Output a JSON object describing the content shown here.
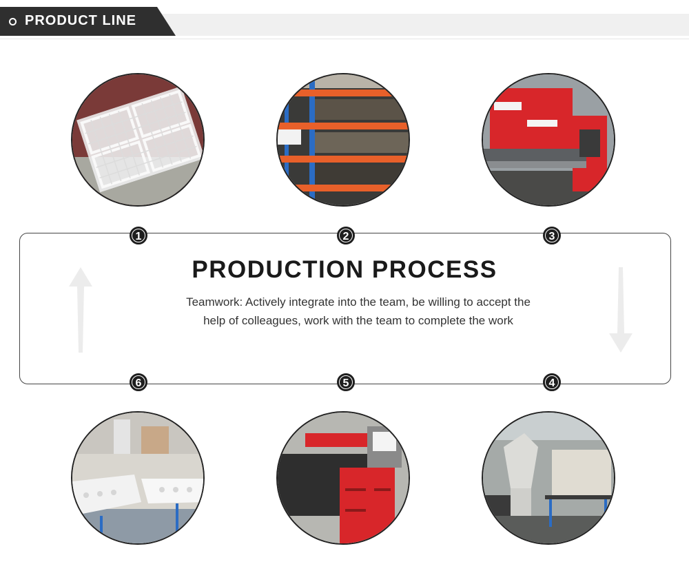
{
  "header": {
    "title": "PRODUCT LINE"
  },
  "panel": {
    "title": "PRODUCTION PROCESS",
    "text": "Teamwork: Actively integrate into the team, be willing to accept the help of colleagues, work with the team to complete the work"
  },
  "steps": [
    "1",
    "2",
    "3",
    "4",
    "5",
    "6"
  ],
  "colors": {
    "header_dark": "#2f2f2f",
    "header_light": "#f0f0f0",
    "machine_red": "#d8262a",
    "frame_blue": "#2b6cc4"
  }
}
